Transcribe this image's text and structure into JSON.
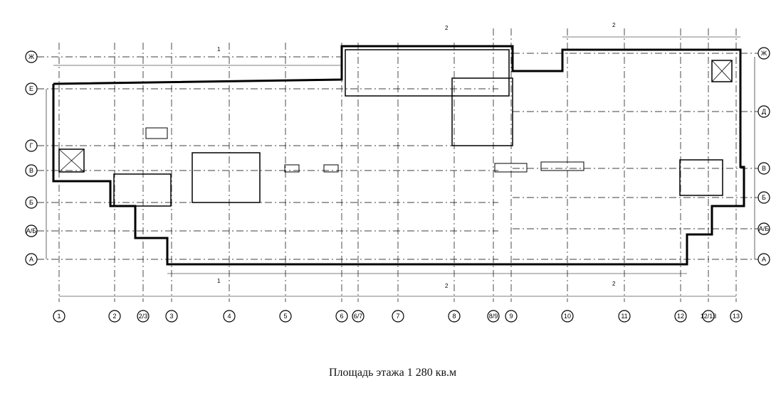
{
  "caption": "Площадь этажа 1 280 кв.м",
  "column_axes": [
    "1",
    "2",
    "2/3",
    "3",
    "4",
    "5",
    "6",
    "6/7",
    "7",
    "8",
    "8/9",
    "9",
    "10",
    "11",
    "12",
    "12/13",
    "13"
  ],
  "row_axes_left": [
    "Ж",
    "Е",
    "Г",
    "В",
    "Б",
    "А/Б",
    "А"
  ],
  "row_axes_right": [
    "Ж",
    "Д",
    "В",
    "Б",
    "А/Б",
    "А"
  ],
  "section_marks": [
    "1",
    "1",
    "2",
    "2",
    "2",
    "2"
  ],
  "colors": {
    "line": "#000000",
    "background": "#ffffff"
  }
}
